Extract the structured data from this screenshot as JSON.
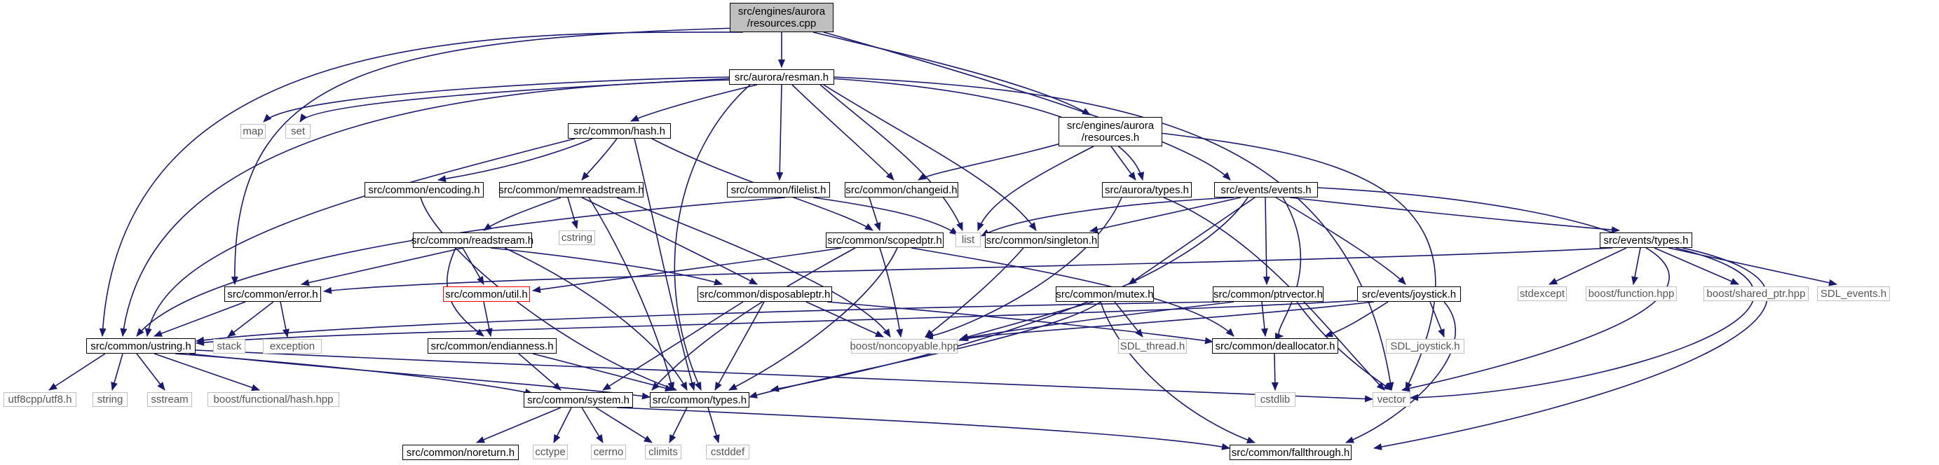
{
  "colors": {
    "edge": "#191970",
    "node_border": "#000000",
    "external_border": "#bfbfbf",
    "missing_border": "#ff0000",
    "root_fill": "#bfbfbf"
  },
  "nodes": {
    "root": "src/engines/aurora\n/resources.cpp",
    "resman": "src/aurora/resman.h",
    "map": "map",
    "set": "set",
    "hash": "src/common/hash.h",
    "resources_h": "src/engines/aurora\n/resources.h",
    "filelist": "src/common/filelist.h",
    "changeid": "src/common/changeid.h",
    "encoding": "src/common/encoding.h",
    "memreadstream": "src/common/memreadstream.h",
    "aurora_types": "src/aurora/types.h",
    "events": "src/events/events.h",
    "cstring": "cstring",
    "list": "list",
    "scopedptr": "src/common/scopedptr.h",
    "singleton": "src/common/singleton.h",
    "events_types": "src/events/types.h",
    "readstream": "src/common/readstream.h",
    "error": "src/common/error.h",
    "util": "src/common/util.h",
    "disposableptr": "src/common/disposableptr.h",
    "mutex": "src/common/mutex.h",
    "ptrvector": "src/common/ptrvector.h",
    "joystick": "src/events/joystick.h",
    "stdexcept": "stdexcept",
    "boost_function": "boost/function.hpp",
    "boost_shared_ptr": "boost/shared_ptr.hpp",
    "sdl_events": "SDL_events.h",
    "ustring": "src/common/ustring.h",
    "stack": "stack",
    "exception": "exception",
    "endianness": "src/common/endianness.h",
    "noncopyable": "boost/noncopyable.hpp",
    "sdl_thread": "SDL_thread.h",
    "deallocator": "src/common/deallocator.h",
    "sdl_joystick": "SDL_joystick.h",
    "utf8": "utf8cpp/utf8.h",
    "string": "string",
    "sstream": "sstream",
    "boost_hash": "boost/functional/hash.hpp",
    "system": "src/common/system.h",
    "types": "src/common/types.h",
    "vector": "vector",
    "cstdlib": "cstdlib",
    "noreturn": "src/common/noreturn.h",
    "cctype": "cctype",
    "cerrno": "cerrno",
    "climits": "climits",
    "cstddef": "cstddef",
    "fallthrough": "src/common/fallthrough.h"
  }
}
